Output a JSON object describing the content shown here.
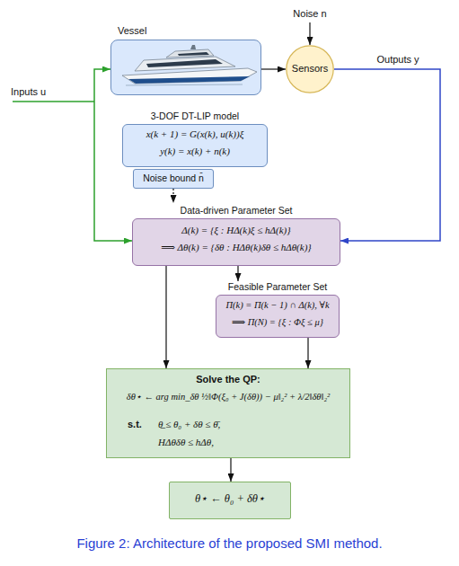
{
  "diagram": {
    "caption": "Figure 2: Architecture of the proposed SMI method.",
    "nodes": [
      {
        "text": [
          "Vessel"
        ]
      },
      {
        "text": [
          "Sensors"
        ]
      },
      {
        "text": [
          "3-DOF DT-LIP model",
          "x(k + 1) = G(x(k), u(k))ξ",
          "y(k) = x(k) + n(k)"
        ]
      },
      {
        "text": [
          "Noise bound n̄"
        ]
      },
      {
        "text": [
          "Data-driven Parameter Set",
          "Δ(k) = {ξ : HΔ(k)ξ ≤ hΔ(k)}",
          "⟹ Δθ(k) = {δθ : HΔθ(k)δθ ≤ hΔθ(k)}"
        ]
      },
      {
        "text": [
          "Feasible Parameter Set",
          "Π(k) = Π(k − 1) ∩ Δ(k), ∀k",
          "⟹ Π(N) = {ξ : Φξ ≤ μ}"
        ]
      },
      {
        "text": [
          "Solve the QP:",
          "δθ⋆ ← arg min_δθ ½‖Φ(ξ₀ + J(δθ)) − μ‖₂² + λ/2‖δθ‖₂²",
          "s.t.",
          "θ̲ ≤ θ₀ + δθ ≤ θ̄,",
          "HΔθδθ ≤ hΔθ,"
        ]
      },
      {
        "text": [
          "θ⋆ ← θ₀ + δθ⋆"
        ]
      }
    ],
    "edges": [
      {
        "from": 0,
        "to": 1,
        "arrow": "to"
      },
      {
        "from": 1,
        "to": 4,
        "label": "Outputs y",
        "arrow": "to"
      },
      {
        "from": 3,
        "to": 4,
        "arrow": "to"
      },
      {
        "from": 4,
        "to": 5,
        "arrow": "to"
      },
      {
        "from": 4,
        "to": 6,
        "arrow": "to"
      },
      {
        "from": 5,
        "to": 6,
        "arrow": "to"
      },
      {
        "from": 6,
        "to": 7,
        "arrow": "to"
      }
    ],
    "labels": [
      "Noise n",
      "Inputs u"
    ]
  }
}
